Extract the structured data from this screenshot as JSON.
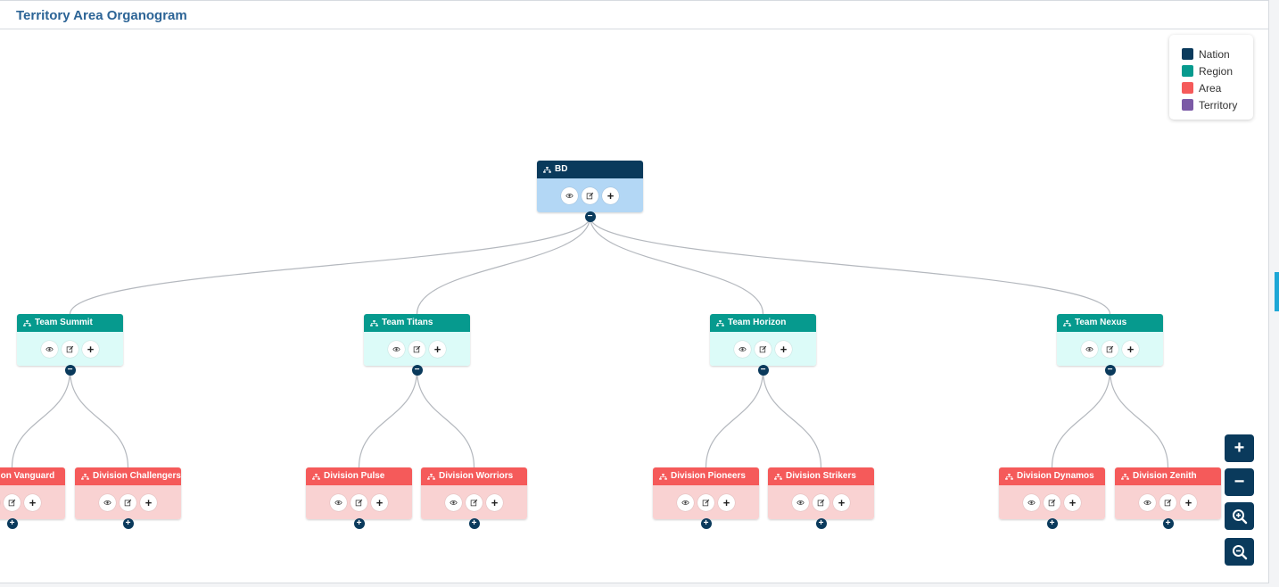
{
  "header": {
    "title": "Territory Area Organogram"
  },
  "legend": {
    "items": [
      {
        "label": "Nation",
        "color": "#0a3a5c"
      },
      {
        "label": "Region",
        "color": "#069a8e"
      },
      {
        "label": "Area",
        "color": "#f55a5a"
      },
      {
        "label": "Territory",
        "color": "#7b5aa6"
      }
    ]
  },
  "actions": {
    "view_icon": "eye-icon",
    "edit_icon": "edit-icon",
    "add_icon": "plus-icon"
  },
  "toggles": {
    "collapse": "−",
    "expand": "+"
  },
  "zoom": {
    "zoom_in_symbol": "+",
    "zoom_out_symbol": "−"
  },
  "org": {
    "nation": {
      "name": "BD",
      "type": "nation"
    },
    "regions": [
      {
        "name": "Team Summit",
        "type": "region"
      },
      {
        "name": "Team Titans",
        "type": "region"
      },
      {
        "name": "Team Horizon",
        "type": "region"
      },
      {
        "name": "Team Nexus",
        "type": "region"
      }
    ],
    "areas": [
      {
        "name": "Division Vanguard",
        "parent": 0,
        "type": "area"
      },
      {
        "name": "Division Challengers",
        "parent": 0,
        "type": "area"
      },
      {
        "name": "Division Pulse",
        "parent": 1,
        "type": "area"
      },
      {
        "name": "Division Worriors",
        "parent": 1,
        "type": "area"
      },
      {
        "name": "Division Pioneers",
        "parent": 2,
        "type": "area"
      },
      {
        "name": "Division Strikers",
        "parent": 2,
        "type": "area"
      },
      {
        "name": "Division Dynamos",
        "parent": 3,
        "type": "area"
      },
      {
        "name": "Division Zenith",
        "parent": 3,
        "type": "area"
      }
    ]
  }
}
